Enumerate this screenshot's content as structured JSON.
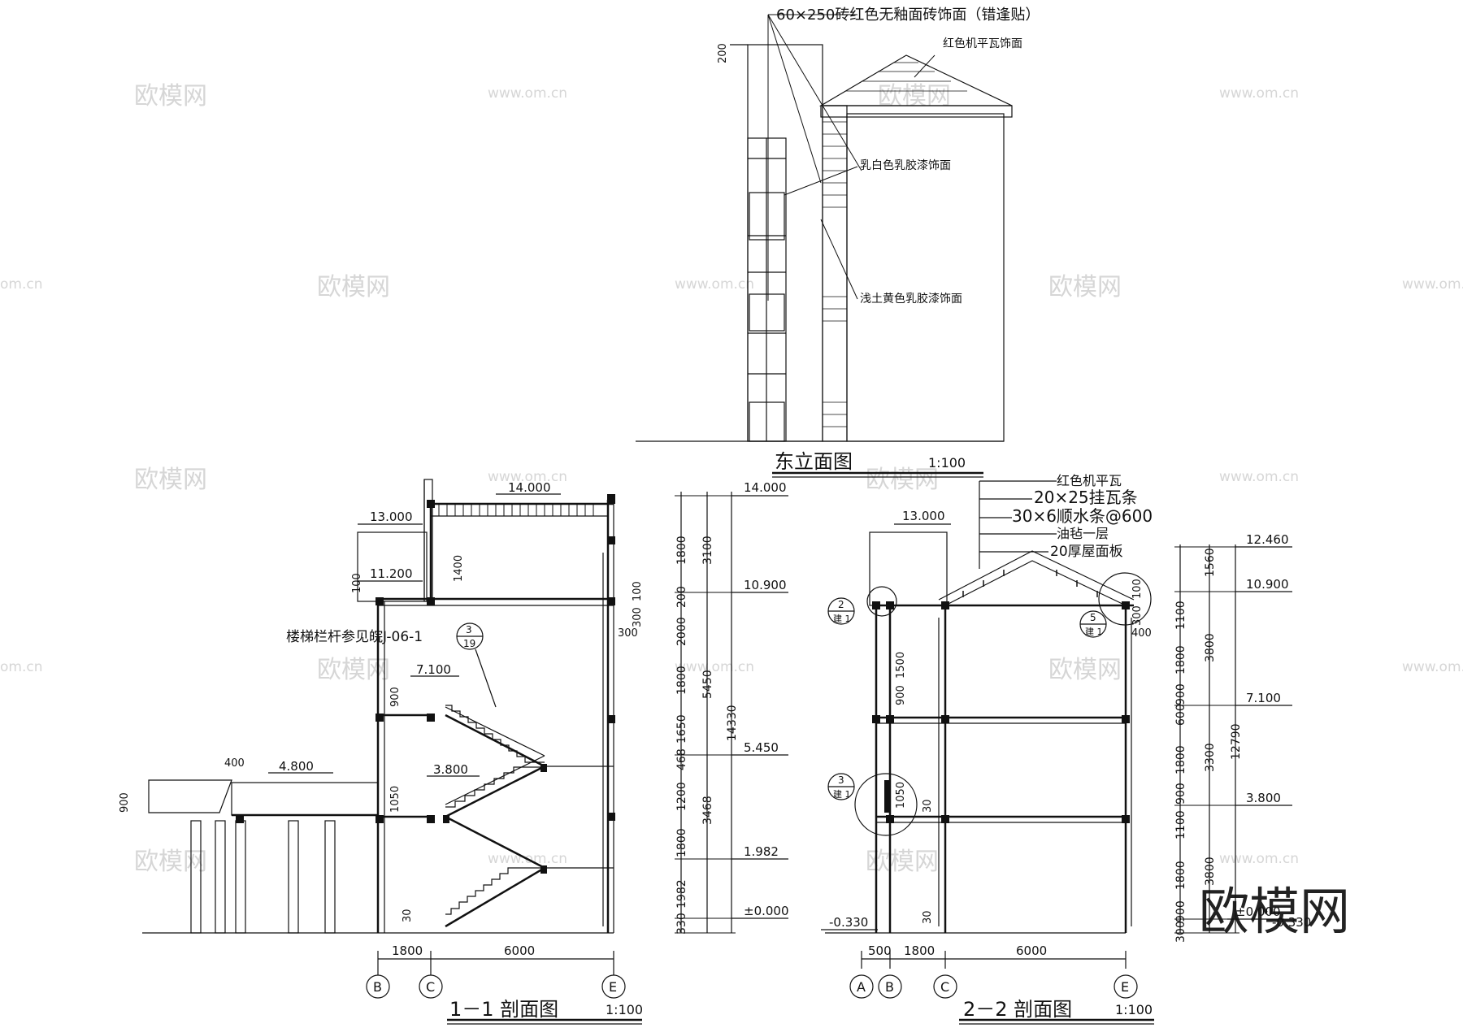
{
  "watermark": {
    "brand": "欧模网",
    "site": "www.om.cn",
    "site_cut": "om.cn"
  },
  "east_elevation": {
    "title": "东立面图",
    "scale": "1:100",
    "notes": {
      "brick": "60×250砖红色无釉面砖饰面（错逢贴）",
      "roof_tile": "红色机平瓦饰面",
      "milk_white": "乳白色乳胶漆饰面",
      "earth_yellow": "浅土黄色乳胶漆饰面"
    },
    "dims": {
      "parapet": "200"
    }
  },
  "section_1": {
    "title": "1－1 剖面图",
    "scale": "1:100",
    "note": "楼梯栏杆参见皖J-06-1",
    "detail_ref": {
      "num": "3",
      "sheet": "19"
    },
    "axes": [
      "B",
      "C",
      "E"
    ],
    "bottom_dims": [
      "1800",
      "6000"
    ],
    "levels_left": [
      "14.000",
      "13.000",
      "11.200",
      "7.100",
      "4.800",
      "3.800"
    ],
    "levels_right": [
      "14.000",
      "10.900",
      "5.450",
      "1.982",
      "±0.000"
    ],
    "dims_inner": [
      "1800",
      "200",
      "1400",
      "2000",
      "1800",
      "1650",
      "468",
      "1200",
      "1800",
      "1982",
      "330"
    ],
    "dims_totals": [
      "3100",
      "5450",
      "3468",
      "14330"
    ],
    "small_dims": [
      "100",
      "300",
      "100",
      "300",
      "400",
      "900",
      "400",
      "900",
      "1050",
      "30",
      "30",
      "900",
      "100"
    ]
  },
  "section_2": {
    "title": "2－2 剖面图",
    "scale": "1:100",
    "roof_layers": [
      "红色机平瓦",
      "20×25挂瓦条",
      "30×6顺水条@600",
      "油毡一层",
      "20厚屋面板"
    ],
    "axes": [
      "A",
      "B",
      "C",
      "E"
    ],
    "bottom_dims": [
      "500",
      "1800",
      "6000"
    ],
    "levels_left": [
      "13.000",
      "-0.330"
    ],
    "levels_right": [
      "12.460",
      "10.900",
      "7.100",
      "3.800",
      "±0.000",
      "-0.330"
    ],
    "details": [
      {
        "num": "2",
        "sheet": "建 1"
      },
      {
        "num": "3",
        "sheet": "建 1"
      },
      {
        "num": "5",
        "sheet": "建 1"
      }
    ],
    "dims_inner": [
      "1100",
      "1800",
      "900",
      "600",
      "1800",
      "900",
      "1100",
      "1800",
      "900",
      "300"
    ],
    "dims_totals": [
      "1560",
      "3800",
      "3300",
      "3800",
      "12790"
    ],
    "small_dims": [
      "300",
      "100",
      "400",
      "1500",
      "900",
      "1050",
      "30",
      "30"
    ]
  }
}
